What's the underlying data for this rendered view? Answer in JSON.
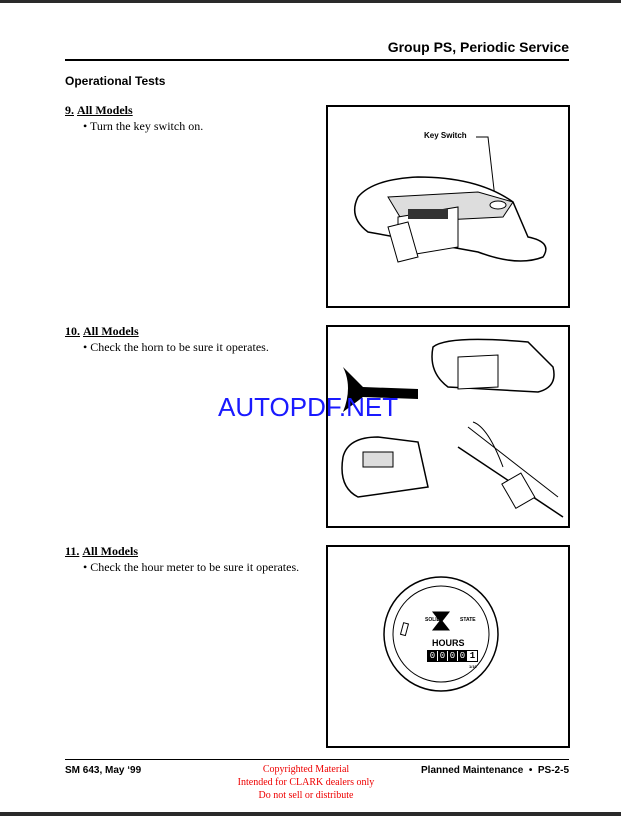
{
  "header": {
    "title": "Group PS, Periodic Service"
  },
  "section": {
    "title": "Operational Tests"
  },
  "items": [
    {
      "number": "9.",
      "heading": "All Models",
      "bullet": "• Turn the key switch on.",
      "figure_label": "Key Switch"
    },
    {
      "number": "10.",
      "heading": "All Models",
      "bullet": "• Check the horn to be sure it operates."
    },
    {
      "number": "11.",
      "heading": "All Models",
      "bullet": "• Check the hour meter to be sure it operates.",
      "meter": {
        "left": "SOLID",
        "right": "STATE",
        "label": "HOURS",
        "digits": [
          "0",
          "0",
          "0",
          "0",
          "1"
        ],
        "unit": "1/10"
      }
    }
  ],
  "watermark": "AUTOPDF.NET",
  "footer": {
    "left": "SM 643, May ‘99",
    "right": "Planned Maintenance  •  PS-2-5",
    "notice": [
      "Copyrighted Material",
      "Intended for CLARK dealers only",
      "Do not sell or distribute"
    ]
  },
  "colors": {
    "watermark": "#1a1aff",
    "notice": "#ee0000"
  }
}
